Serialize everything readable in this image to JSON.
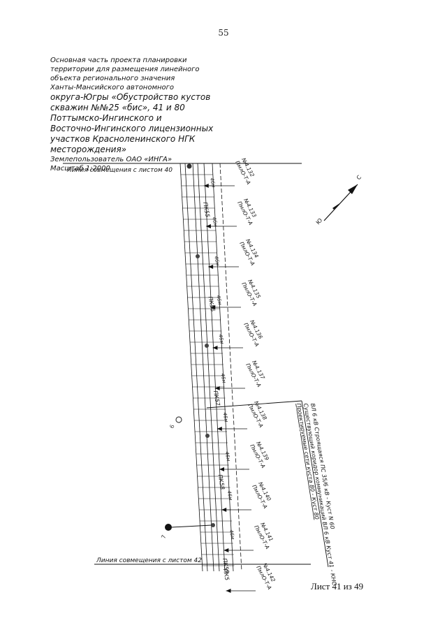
{
  "page_number": "55",
  "title_lines": [
    "Основная часть проекта планировки",
    "территории для размещения линейного",
    "объекта регионального значения",
    "Ханты-Мансийского автономного",
    "округа-Югры «Обустройство кустов",
    "скважин №№25 «бис», 41 и 80",
    "Поттымско-Ингинского и",
    "Восточно-Ингинского лицензионных",
    "участков Красноленинского НГК",
    "месторождения»",
    "Землепользователь ОАО «ИНГА»",
    "Масштаб 1:2000"
  ],
  "match_line_top": "Линия совмещения с листом 40",
  "match_line_bottom": "Линия совмещения с листом 42",
  "north_arrow": {
    "n": "С",
    "s": "Ю"
  },
  "pickets": [
    "ПК55",
    "ПК56",
    "ПК57",
    "ПК58",
    "ПК59",
    "ПК5"
  ],
  "segment_labels": [
    "46м",
    "46м",
    "46м",
    "46м",
    "46м",
    "46м",
    "46м",
    "46м",
    "46м",
    "46м"
  ],
  "parcel_labels": [
    {
      "num": "№4.132",
      "code": "ПмлО-Т-А"
    },
    {
      "num": "№4.133",
      "code": "ПмлО-Т-А"
    },
    {
      "num": "№4.134",
      "code": "ПмлО-Т-А"
    },
    {
      "num": "№4.135",
      "code": "ПмлО-Т-А"
    },
    {
      "num": "№4.136",
      "code": "ПмлО-Т-А"
    },
    {
      "num": "№4.137",
      "code": "ПмлО-Т-А"
    },
    {
      "num": "№4.138",
      "code": "ПмлО-Т-А"
    },
    {
      "num": "№4.139",
      "code": "ПмлО-Т-А"
    },
    {
      "num": "№4.140",
      "code": "ПмлО-Т-А"
    },
    {
      "num": "№4.141",
      "code": "ПмлО-Т-А"
    },
    {
      "num": "№4.142",
      "code": "ПмлО-Т-А"
    }
  ],
  "object_callout": [
    "ВЛ 6 кВ Строящаяся ПС 35/6 кВ - Куст N 60",
    "Существующий коридор коммуникаций ВЛ 6 кВ Куст 41 - КНС",
    "Проектируемые сети куста 80 - Куст 80"
  ],
  "point_labels": [
    "6",
    "7"
  ],
  "sheet_label": "Лист 41 из 49"
}
